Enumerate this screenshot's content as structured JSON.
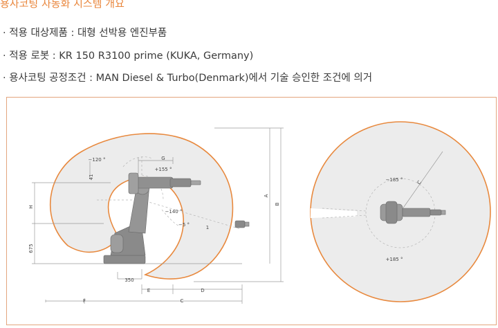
{
  "page": {
    "title": "용사코팅 자동화 시스템 개요",
    "bullets": [
      "·  적용 대상제품 : 대형 선박용 엔진부품",
      "· 적용 로봇 : KR 150 R3100 prime (KUKA, Germany)",
      "· 용사코팅 공정조건 : MAN Diesel & Turbo(Denmark)에서 기술 승인한 조건에 의거"
    ]
  },
  "diagram": {
    "side_view": {
      "angle_labels": [
        "−120 °",
        "+155 °",
        "−140 °",
        "−5 °"
      ],
      "dim_labels": [
        "G",
        "41",
        "H",
        "675",
        "350",
        "E",
        "D",
        "F",
        "C",
        "A",
        "B",
        "1"
      ]
    },
    "top_view": {
      "angle_labels": [
        "−185 °",
        "+185 °"
      ],
      "dim_labels": [
        "C"
      ]
    },
    "colors": {
      "envelope_fill": "#ececec",
      "envelope_stroke": "#e8893e",
      "robot": "#8a8a8a",
      "dimension_line": "#9a9a9a"
    }
  }
}
